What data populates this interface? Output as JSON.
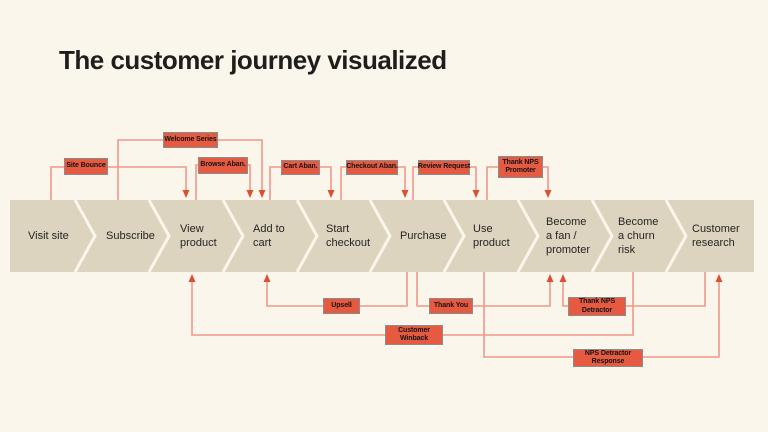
{
  "slide": {
    "title": "The customer journey visualized"
  },
  "journey": {
    "stages": [
      {
        "label": "Visit site"
      },
      {
        "label": "Subscribe"
      },
      {
        "label": "View\nproduct"
      },
      {
        "label": "Add to\ncart"
      },
      {
        "label": "Start\ncheckout"
      },
      {
        "label": "Purchase"
      },
      {
        "label": "Use\nproduct"
      },
      {
        "label": "Become\na fan /\npromoter"
      },
      {
        "label": "Become\na churn\nrisk"
      },
      {
        "label": "Customer\nresearch"
      }
    ],
    "touchpoints_above": [
      {
        "label": "Site Bounce",
        "from": "Visit site",
        "to": "View product"
      },
      {
        "label": "Welcome Series",
        "from": "Subscribe",
        "to": "Add to cart"
      },
      {
        "label": "Browse Aban.",
        "from": "View product",
        "to": "Add to cart"
      },
      {
        "label": "Cart Aban.",
        "from": "Add to cart",
        "to": "Start checkout"
      },
      {
        "label": "Checkout Aban.",
        "from": "Start checkout",
        "to": "Purchase"
      },
      {
        "label": "Review Request",
        "from": "Purchase",
        "to": "Use product"
      },
      {
        "label": "Thank NPS\nPromoter",
        "from": "Use product",
        "to": "Become a fan / promoter"
      }
    ],
    "touchpoints_below": [
      {
        "label": "Upsell",
        "from": "Purchase",
        "to": "Add to cart"
      },
      {
        "label": "Thank You",
        "from": "Purchase",
        "to": "Become a fan / promoter"
      },
      {
        "label": "Thank NPS\nDetractor",
        "from": "Customer research",
        "to": "Become a fan / promoter"
      },
      {
        "label": "Customer\nWinback",
        "from": "Become a churn risk",
        "to": "View product"
      },
      {
        "label": "NPS Detractor\nResponse",
        "from": "Use product",
        "to": "Customer research"
      }
    ],
    "colors": {
      "background": "#FBF6EC",
      "bar": "#DDD4BF",
      "touchpoint_fill": "#E55A41",
      "touchpoint_border": "#8C8C8C",
      "connector_line": "#F0988A",
      "arrowhead": "#DB4F33",
      "text": "#1F1E1C"
    }
  }
}
